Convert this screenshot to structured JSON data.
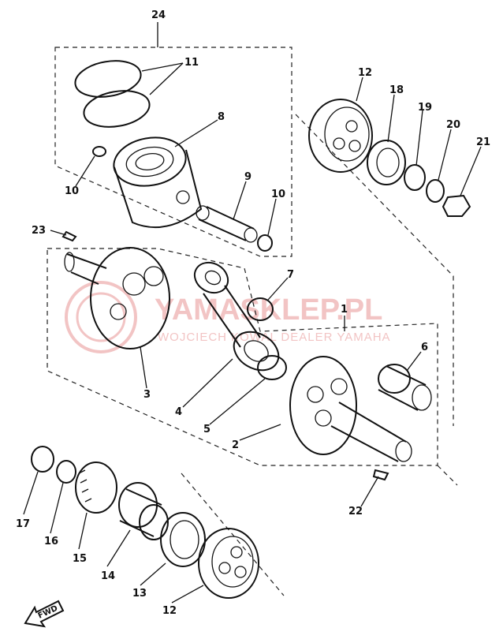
{
  "watermark": {
    "brand": "YAMASKLEP.PL",
    "subtitle": "WOJCIECH KOWAL  DEALER YAMAHA"
  },
  "fwd_label": "FWD",
  "callouts": {
    "c24": "24",
    "c11": "11",
    "c8": "8",
    "c10a": "10",
    "c9": "9",
    "c10b": "10",
    "c23": "23",
    "c7": "7",
    "c1": "1",
    "c3": "3",
    "c4": "4",
    "c5": "5",
    "c6": "6",
    "c2": "2",
    "c22": "22",
    "c12a": "12",
    "c18": "18",
    "c19": "19",
    "c20": "20",
    "c21": "21",
    "c17": "17",
    "c16": "16",
    "c15": "15",
    "c14": "14",
    "c13": "13",
    "c12b": "12"
  }
}
